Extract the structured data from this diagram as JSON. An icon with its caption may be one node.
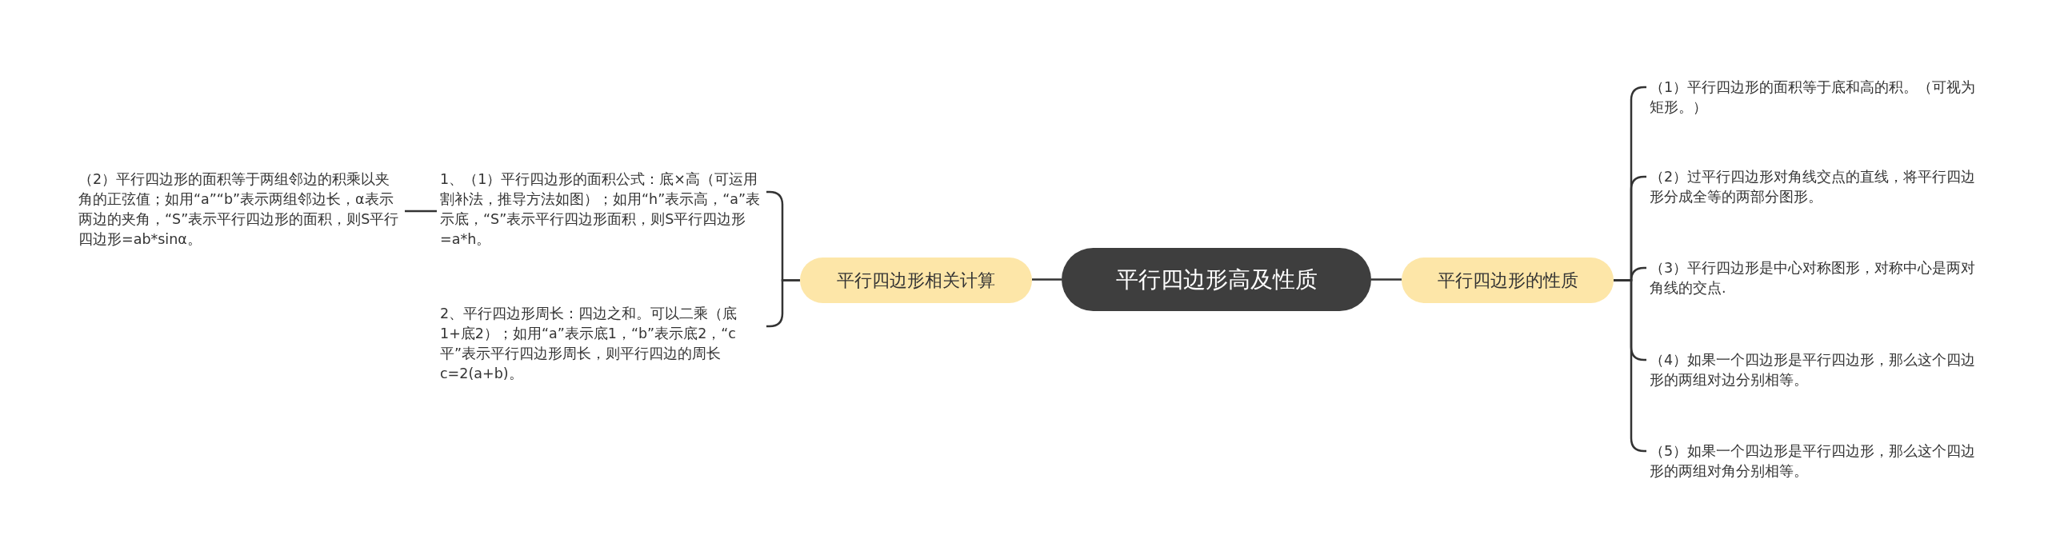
{
  "diagram": {
    "nodes": [
      {
        "text": [
          "平行四边形高及性质"
        ]
      },
      {
        "text": [
          "平行四边形相关计算"
        ]
      },
      {
        "text": [
          "1、（1）平行四边形的面积公式：底×高（可运用割补法，推导方法如图）；如用“h”表示高，“a”表示底，“S”表示平行四边形面积，则S平行四边形=a*h。"
        ]
      },
      {
        "text": [
          "（2）平行四边形的面积等于两组邻边的积乘以夹角的正弦值；如用“a”“b”表示两组邻边长，α表示两边的夹角，“S”表示平行四边形的面积，则S平行四边形=ab*sinα。"
        ]
      },
      {
        "text": [
          "2、平行四边形周长：四边之和。可以二乘（底1+底2）；如用“a”表示底1，“b”表示底2，“c平”表示平行四边形周长，则平行四边的周长c=2(a+b)。"
        ]
      },
      {
        "text": [
          "平行四边形的性质"
        ]
      },
      {
        "text": [
          "（1）平行四边形的面积等于底和高的积。（可视为矩形。）"
        ]
      },
      {
        "text": [
          "（2）过平行四边形对角线交点的直线，将平行四边形分成全等的两部分图形。"
        ]
      },
      {
        "text": [
          "（3）平行四边形是中心对称图形，对称中心是两对角线的交点."
        ]
      },
      {
        "text": [
          "（4）如果一个四边形是平行四边形，那么这个四边形的两组对边分别相等。"
        ]
      },
      {
        "text": [
          "（5）如果一个四边形是平行四边形，那么这个四边形的两组对角分别相等。"
        ]
      }
    ],
    "edges": [
      {
        "from": 0,
        "to": 1,
        "arrow": "none"
      },
      {
        "from": 1,
        "to": 2,
        "arrow": "none"
      },
      {
        "from": 2,
        "to": 3,
        "arrow": "none"
      },
      {
        "from": 1,
        "to": 4,
        "arrow": "none"
      },
      {
        "from": 0,
        "to": 5,
        "arrow": "none"
      },
      {
        "from": 5,
        "to": 6,
        "arrow": "none"
      },
      {
        "from": 5,
        "to": 7,
        "arrow": "none"
      },
      {
        "from": 5,
        "to": 8,
        "arrow": "none"
      },
      {
        "from": 5,
        "to": 9,
        "arrow": "none"
      },
      {
        "from": 5,
        "to": 10,
        "arrow": "none"
      }
    ]
  }
}
